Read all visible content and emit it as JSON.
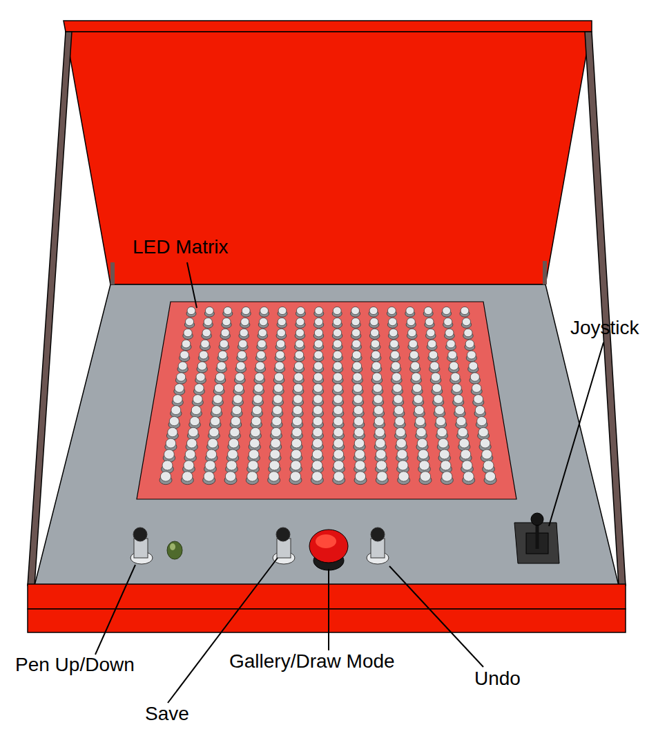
{
  "diagram": {
    "labels": [
      "LED Matrix",
      "Joystick",
      "Pen Up/Down",
      "Save",
      "Gallery/Draw Mode",
      "Undo"
    ]
  }
}
